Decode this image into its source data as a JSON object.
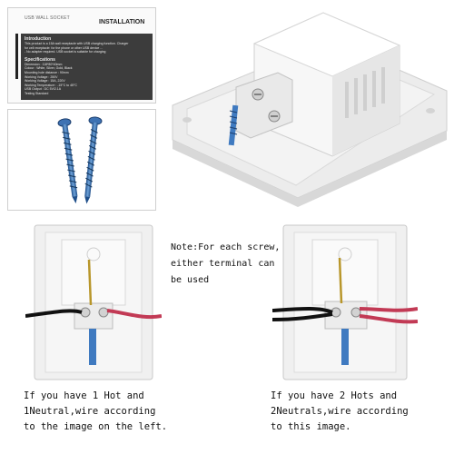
{
  "manual": {
    "header_left": "USB WALL SOCKET",
    "header_right": "INSTALLATION",
    "introduction_title": "Introduction",
    "intro_lines": [
      "This product is a 15A wall receptacle with USB charging function. Charger",
      "for cell receptacle: for the phone or other USB device ...",
      "- No adapter required. USB socket is suitable for charging"
    ],
    "specifications_title": "Specifications",
    "spec_lines": [
      "Dimension : 118*80*40mm",
      "Colour : White, Silver, Gold, Black",
      "Mounting hole distance : 90mm",
      "Working Voltage : 250V",
      "Working Voltage : 15A, 220V",
      "Working Temperature : -15°C to 45°C",
      "USB Output : DC 5V/2.1A",
      "Testing Standard"
    ]
  },
  "note": {
    "lines": [
      "Note:For each screw,",
      "either terminal can",
      "be used"
    ]
  },
  "captions": {
    "left": [
      "If you have 1 Hot and",
      "1Neutral,wire according",
      "to the image on the left."
    ],
    "right": [
      "If you have 2 Hots and",
      "2Neutrals,wire according",
      "to this image."
    ]
  }
}
